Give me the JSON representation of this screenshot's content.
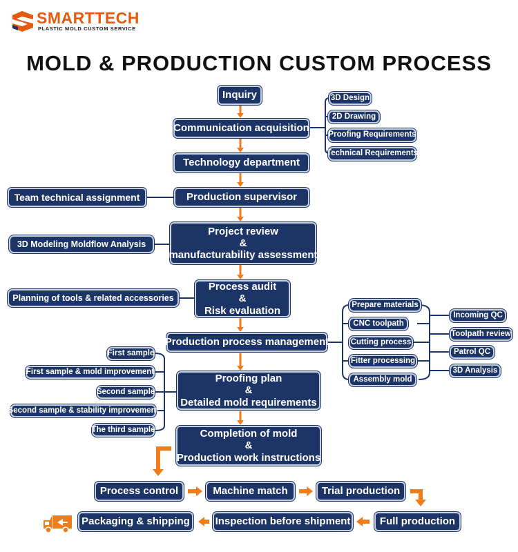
{
  "brand": {
    "name": "SMARTTECH",
    "tagline": "PLASTIC MOLD CUSTOM SERVICE",
    "accent": "#e65a10"
  },
  "title": "MOLD & PRODUCTION  CUSTOM PROCESS",
  "colors": {
    "box": "#1d3566",
    "arrow": "#ef7d1a",
    "line": "#1d3566"
  },
  "main_flow": [
    "Inquiry",
    "Communication acquisition",
    "Technology department",
    "Production supervisor",
    [
      "Project review",
      "&",
      "manufacturability assessment"
    ],
    [
      "Process audit",
      "&",
      "Risk evaluation"
    ],
    "Production process management",
    [
      "Proofing plan",
      "&",
      "Detailed mold requirements"
    ],
    [
      "Completion of mold",
      "&",
      "Production work instructions"
    ]
  ],
  "communication_branch": [
    "3D Design",
    "2D Drawing",
    "Proofing Requirements",
    "Technical Requirements"
  ],
  "left_side": {
    "team": "Team technical assignment",
    "modeling": "3D Modeling Moldflow Analysis",
    "planning": "Planning of tools & related accessories"
  },
  "samples": [
    "First sample",
    "First sample & mold improvement",
    "Second sample",
    "Second sample & stability improvement",
    "The third sample"
  ],
  "process_steps": [
    "Prepare materials",
    "CNC toolpath",
    "Cutting process",
    "Fitter processing",
    "Assembly mold"
  ],
  "qc_steps": [
    "Incoming QC",
    "Toolpath review",
    "Patrol QC",
    "3D Analysis"
  ],
  "bottom_flow": {
    "row1": [
      "Process control",
      "Machine match",
      "Trial production"
    ],
    "row2": [
      "Packaging & shipping",
      "Inspection before shipment",
      "Full production"
    ]
  },
  "icons": {
    "logo": "smarttech-logo-icon",
    "truck": "delivery-truck-icon"
  }
}
